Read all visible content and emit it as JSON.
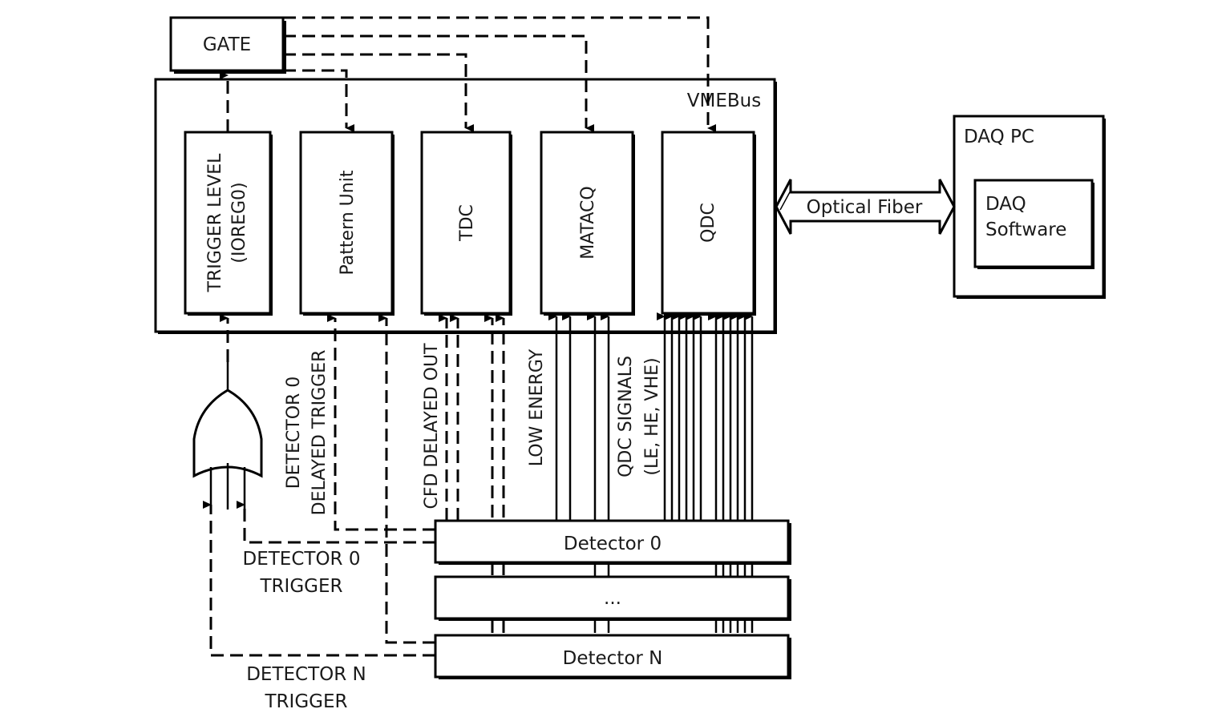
{
  "blocks": {
    "gate": "GATE",
    "vmebus": "VMEBus",
    "trigger_level_line1": "TRIGGER LEVEL",
    "trigger_level_line2": "(IOREG0)",
    "pattern_unit": "Pattern Unit",
    "tdc": "TDC",
    "matacq": "MATACQ",
    "qdc": "QDC",
    "daq_pc": "DAQ PC",
    "daq_software_line1": "DAQ",
    "daq_software_line2": "Software",
    "optical_fiber": "Optical Fiber",
    "detector_0": "Detector 0",
    "detector_middle": "...",
    "detector_n": "Detector N"
  },
  "signal_labels": {
    "detector0_delayed_line1": "DETECTOR 0",
    "detector0_delayed_line2": "DELAYED TRIGGER",
    "cfd_delayed_out": "CFD DELAYED OUT",
    "low_energy": "LOW ENERGY",
    "qdc_signals_line1": "QDC SIGNALS",
    "qdc_signals_line2": "(LE, HE, VHE)",
    "detector0_trigger_line1": "DETECTOR 0",
    "detector0_trigger_line2": "TRIGGER",
    "detectorN_trigger_line1": "DETECTOR N",
    "detectorN_trigger_line2": "TRIGGER"
  }
}
